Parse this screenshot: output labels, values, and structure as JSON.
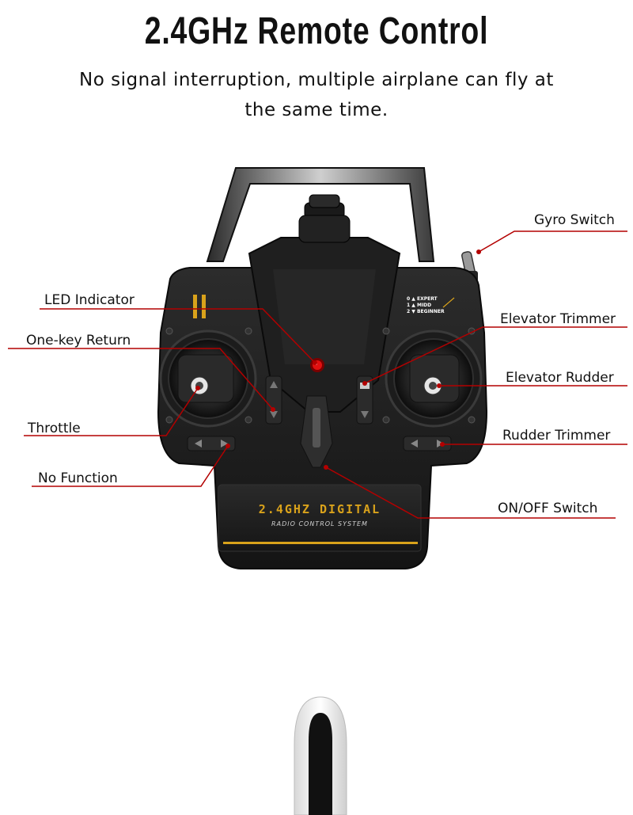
{
  "header": {
    "title": "2.4GHz Remote Control",
    "subtitle": "No signal interruption, multiple airplane can fly at the same time."
  },
  "remote": {
    "panel_title": "2.4GHZ DIGITAL",
    "panel_subtitle": "RADIO CONTROL SYSTEM",
    "modes": [
      {
        "num": "0",
        "name": "EXPERT"
      },
      {
        "num": "1",
        "name": "MIDD"
      },
      {
        "num": "2",
        "name": "BEGINNER"
      }
    ]
  },
  "callouts": {
    "gyro_switch": "Gyro Switch",
    "led_indicator": "LED Indicator",
    "elevator_trimmer": "Elevator Trimmer",
    "one_key_return": "One-key Return",
    "elevator_rudder": "Elevator Rudder",
    "throttle": "Throttle",
    "rudder_trimmer": "Rudder Trimmer",
    "no_function": "No Function",
    "on_off_switch": "ON/OFF Switch"
  },
  "colors": {
    "body": "#1b1b1b",
    "accent": "#d9a21b",
    "callout_line": "#b30000",
    "led": "#e01010"
  }
}
